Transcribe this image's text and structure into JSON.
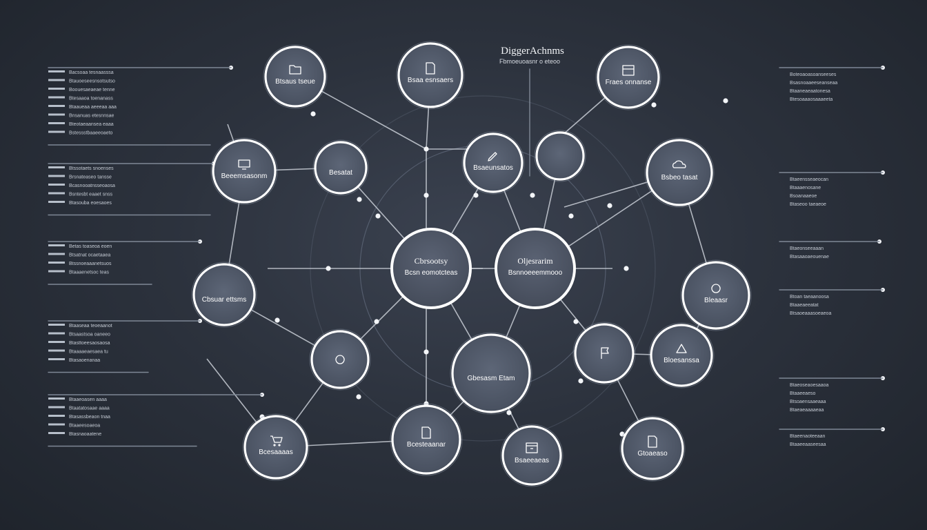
{
  "diagram": {
    "title": "DiggerAchnms",
    "subtitle": "Fbmoeuoasnr o eteoo",
    "center_nodes": [
      {
        "title": "Cbrsootsy",
        "subtitle": "Bcsn eomotcteas"
      },
      {
        "title": "Oljesrarim",
        "subtitle": "Bsnnoeeemmooo"
      }
    ],
    "nodes": [
      {
        "label": "Btsaus tseue",
        "icon": "folder-icon"
      },
      {
        "label": "Bsaa esnsaers",
        "icon": "document-icon"
      },
      {
        "label": "Fraes onnanse",
        "icon": "panel-icon"
      },
      {
        "label": "Beeemsasonm",
        "icon": "monitor-icon"
      },
      {
        "label": "Besatat",
        "icon": "blank-icon"
      },
      {
        "label": "Bsaeunsatos",
        "icon": "pencil-icon"
      },
      {
        "label": "",
        "icon": "blank-icon"
      },
      {
        "label": "Bsbeo tasat",
        "icon": "cloud-icon"
      },
      {
        "label": "Cbsuar ettsms",
        "icon": "blank-icon"
      },
      {
        "label": "Bleaasr",
        "icon": "circle-icon"
      },
      {
        "label": "",
        "icon": "circle-icon"
      },
      {
        "label": "Gbesasm Etam",
        "icon": "blank-icon"
      },
      {
        "label": "",
        "icon": "flag-icon"
      },
      {
        "label": "Bloesanssa",
        "icon": "triangle-icon"
      },
      {
        "label": "Bcesaaaas",
        "icon": "cart-icon"
      },
      {
        "label": "Bcesteaanar",
        "icon": "document-icon"
      },
      {
        "label": "Bsaeeaeas",
        "icon": "archive-icon"
      },
      {
        "label": "Gtoaeaso",
        "icon": "document-icon"
      }
    ],
    "left_notes": [
      [
        "Bacsoaa tesnaasssa",
        "Btauoeseesnsotsutso",
        "Boouesaeaeae tenne",
        "Btesaaoa toenanass",
        "Btaaueaa aeeeaa aaa",
        "Bnsanuas etesnnsae",
        "Bteotaeaansea eaaa",
        "Bstessstbaaeeoaeto"
      ],
      [
        "Btssotaets snoenses",
        "Brsnateaseo tansse",
        "Bcasnooatnsseoaosa",
        "Bsntesbt eaaet snss",
        "Btasouba eoesaoes"
      ],
      [
        "Betas toaseoa eoen",
        "Btsatnat ocaetaaea",
        "Btssnoeaaanetsuos",
        "Btaaaenetsoc teas"
      ],
      [
        "Btaaseaa teoeaanot",
        "Btsaastsoa oaneeo",
        "Btasttoeesaosaosa",
        "Btaaaaeaesaea tu",
        "Btasaoenanaa"
      ],
      [
        "Btaaeoasen aaaa",
        "Btaatatosaae aaaa",
        "Btasassbeaon tnaa",
        "Btaaeesoaeoa",
        "Btasnaoaatene"
      ]
    ],
    "right_notes": [
      [
        "Boteoaoasoanseeses",
        "Bsasnoaaeeseanseaa",
        "Btaaneaeaatonesa",
        "Btesoaaaosaaaeeta"
      ],
      [
        "Btaeensseaeocan",
        "Btaaaenosane",
        "Bsoanaaeoe",
        "Btaseoo taeaeoe"
      ],
      [
        "Btaeonseeaaan",
        "Btasaaoaeouenae"
      ],
      [
        "Btoan taeaanoosa",
        "Btaaeaeeatat",
        "Btsaoeaaasoeaeoa"
      ],
      [
        "Btaeoseaoesaaoa",
        "Btaaeeaeso",
        "Btsoaensaaeaaa",
        "Btaeaeaaaaeaa"
      ],
      [
        "Btaeenaoteeaan",
        "Btaaeeaaseesaa"
      ]
    ]
  }
}
